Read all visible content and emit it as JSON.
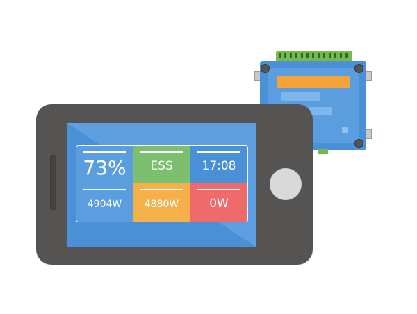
{
  "dashboard": {
    "tiles": [
      {
        "id": "soc",
        "value": "73%"
      },
      {
        "id": "mode",
        "value": "ESS"
      },
      {
        "id": "time",
        "value": "17:08"
      },
      {
        "id": "pv",
        "value": "4904W"
      },
      {
        "id": "battery",
        "value": "4880W"
      },
      {
        "id": "grid",
        "value": "0W"
      }
    ]
  },
  "colors": {
    "phone_body": "#555453",
    "screen_blue": "#4a90d6",
    "tile_green": "#7cbf6e",
    "tile_orange": "#f5b04a",
    "tile_red": "#ef6b6b",
    "tile_blue": "#5a9ee0",
    "gx_orange": "#f5a43a",
    "terminal_green": "#76b852"
  },
  "icons": [
    "gx-device-icon",
    "smartphone-icon",
    "home-button-icon"
  ]
}
